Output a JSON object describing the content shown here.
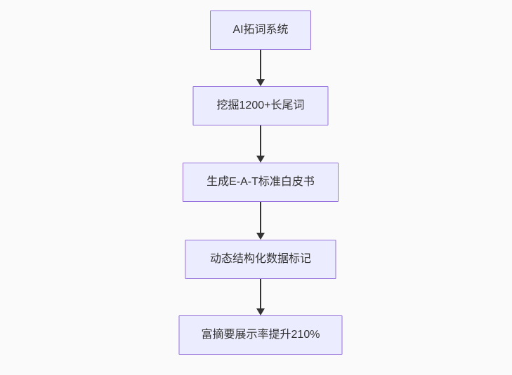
{
  "diagram": {
    "type": "flowchart-top-down",
    "nodes": [
      {
        "id": "A",
        "label": "AI拓词系统"
      },
      {
        "id": "B",
        "label": "挖掘1200+长尾词"
      },
      {
        "id": "C",
        "label": "生成E-A-T标准白皮书"
      },
      {
        "id": "D",
        "label": "动态结构化数据标记"
      },
      {
        "id": "E",
        "label": "富摘要展示率提升210%"
      }
    ],
    "edges": [
      {
        "from": "A",
        "to": "B"
      },
      {
        "from": "B",
        "to": "C"
      },
      {
        "from": "C",
        "to": "D"
      },
      {
        "from": "D",
        "to": "E"
      }
    ],
    "colors": {
      "node_fill": "#ECECFF",
      "node_border": "#9370DB",
      "arrow": "#333333",
      "text": "#333333",
      "background": "#FAFAFA"
    }
  }
}
